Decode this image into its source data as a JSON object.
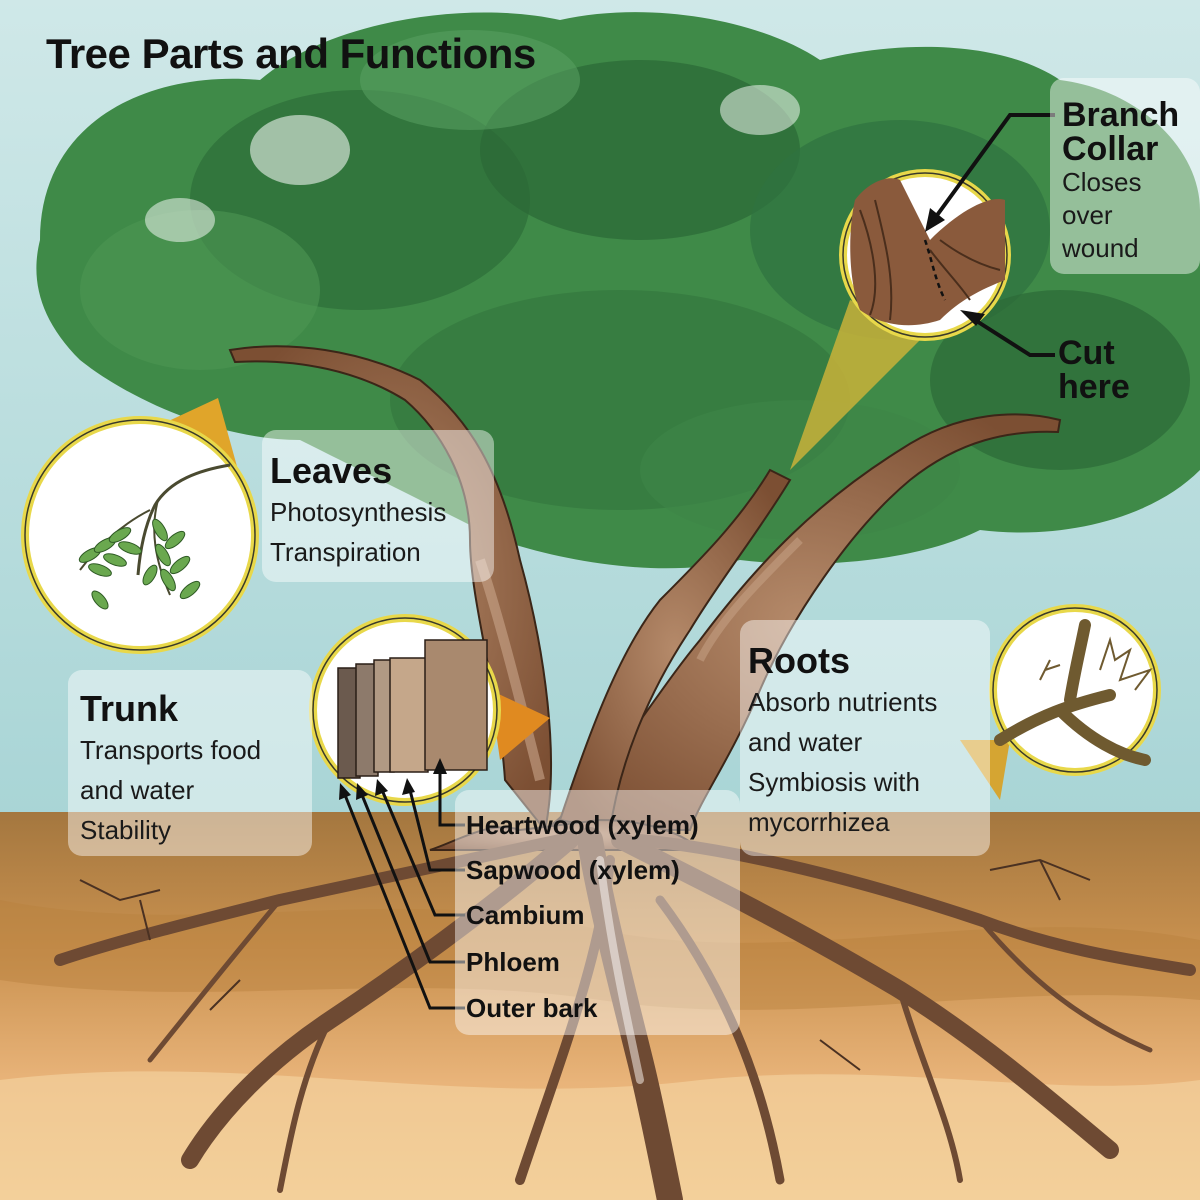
{
  "title": "Tree Parts and Functions",
  "sections": {
    "leaves": {
      "heading": "Leaves",
      "lines": [
        "Photosynthesis",
        "Transpiration"
      ]
    },
    "trunk": {
      "heading": "Trunk",
      "lines": [
        "Transports food",
        "and water",
        "Stability"
      ]
    },
    "roots": {
      "heading": "Roots",
      "lines": [
        "Absorb nutrients",
        "and water",
        "Symbiosis with",
        "mycorrhizea"
      ]
    },
    "branch_collar": {
      "heading_lines": [
        "Branch",
        "Collar"
      ],
      "lines": [
        "Closes",
        "over",
        "wound"
      ]
    },
    "cut_here": {
      "lines": [
        "Cut",
        "here"
      ]
    }
  },
  "trunk_layers": [
    "Heartwood (xylem)",
    "Sapwood (xylem)",
    "Cambium",
    "Phloem",
    "Outer bark"
  ],
  "colors": {
    "sky": "#bfe0e0",
    "canopy": "#3f8a48",
    "canopy_dark": "#2d6b38",
    "bark": "#8a5a3c",
    "soil_top": "#a97a44",
    "soil_bottom": "#efc48a",
    "callout_ring": "#e8d84a",
    "callout_pointer": "#d9a020"
  }
}
